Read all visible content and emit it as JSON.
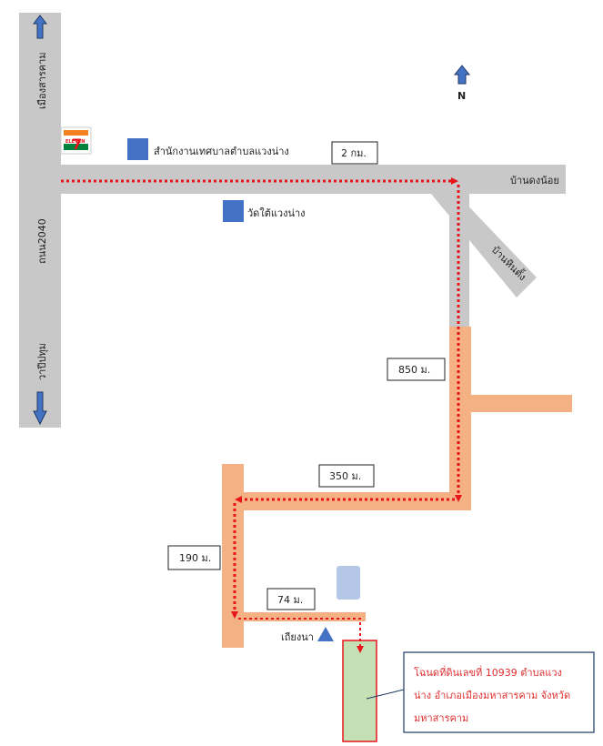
{
  "map": {
    "north_label": "N",
    "colors": {
      "main_road": "#c8c8c8",
      "local_road": "#f4b183",
      "route": "#e8141c",
      "building": "#4472c4",
      "building_light": "#b4c7e7",
      "land_fill": "#c5e0b4",
      "land_border": "#e8141c",
      "arrow_fill": "#4472c4",
      "arrow_stroke": "#1f3864"
    },
    "roads": {
      "vertical_top": "เมืองสารคาม",
      "vertical_middle": "ถนน2040",
      "vertical_bottom": "วาปีปทุม",
      "east_end": "บ้านดงน้อย",
      "diagonal": "บ้านหินตั้ง"
    },
    "landmarks": {
      "seven_eleven": "ELEVEN",
      "seven_number": "7",
      "municipal_office": "สำนักงานเทศบาลตำบลแวงน่าง",
      "temple": "วัดใต้แวงน่าง",
      "hut": "เถียงนา"
    },
    "distances": {
      "d1": "2 กม.",
      "d2": "850 ม.",
      "d3": "350 ม.",
      "d4": "190 ม.",
      "d5": "74 ม."
    },
    "note": {
      "line1": "โฉนดที่ดินเลขที่ 10939 ตำบลแวง",
      "line2": "น่าง อำเภอเมืองมหาสารคาม จังหวัด",
      "line3": "มหาสารคาม"
    }
  }
}
